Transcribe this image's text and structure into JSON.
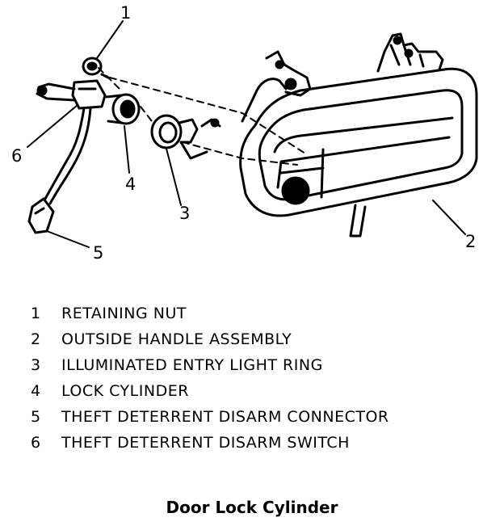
{
  "diagram": {
    "callouts": [
      {
        "id": "1"
      },
      {
        "id": "2"
      },
      {
        "id": "3"
      },
      {
        "id": "4"
      },
      {
        "id": "5"
      },
      {
        "id": "6"
      }
    ],
    "legend": [
      {
        "number": "1",
        "text": "RETAINING NUT"
      },
      {
        "number": "2",
        "text": "OUTSIDE HANDLE ASSEMBLY"
      },
      {
        "number": "3",
        "text": "ILLUMINATED ENTRY LIGHT RING"
      },
      {
        "number": "4",
        "text": "LOCK CYLINDER"
      },
      {
        "number": "5",
        "text": "THEFT DETERRENT DISARM CONNECTOR"
      },
      {
        "number": "6",
        "text": "THEFT DETERRENT DISARM SWITCH"
      }
    ],
    "caption": "Door Lock Cylinder"
  }
}
